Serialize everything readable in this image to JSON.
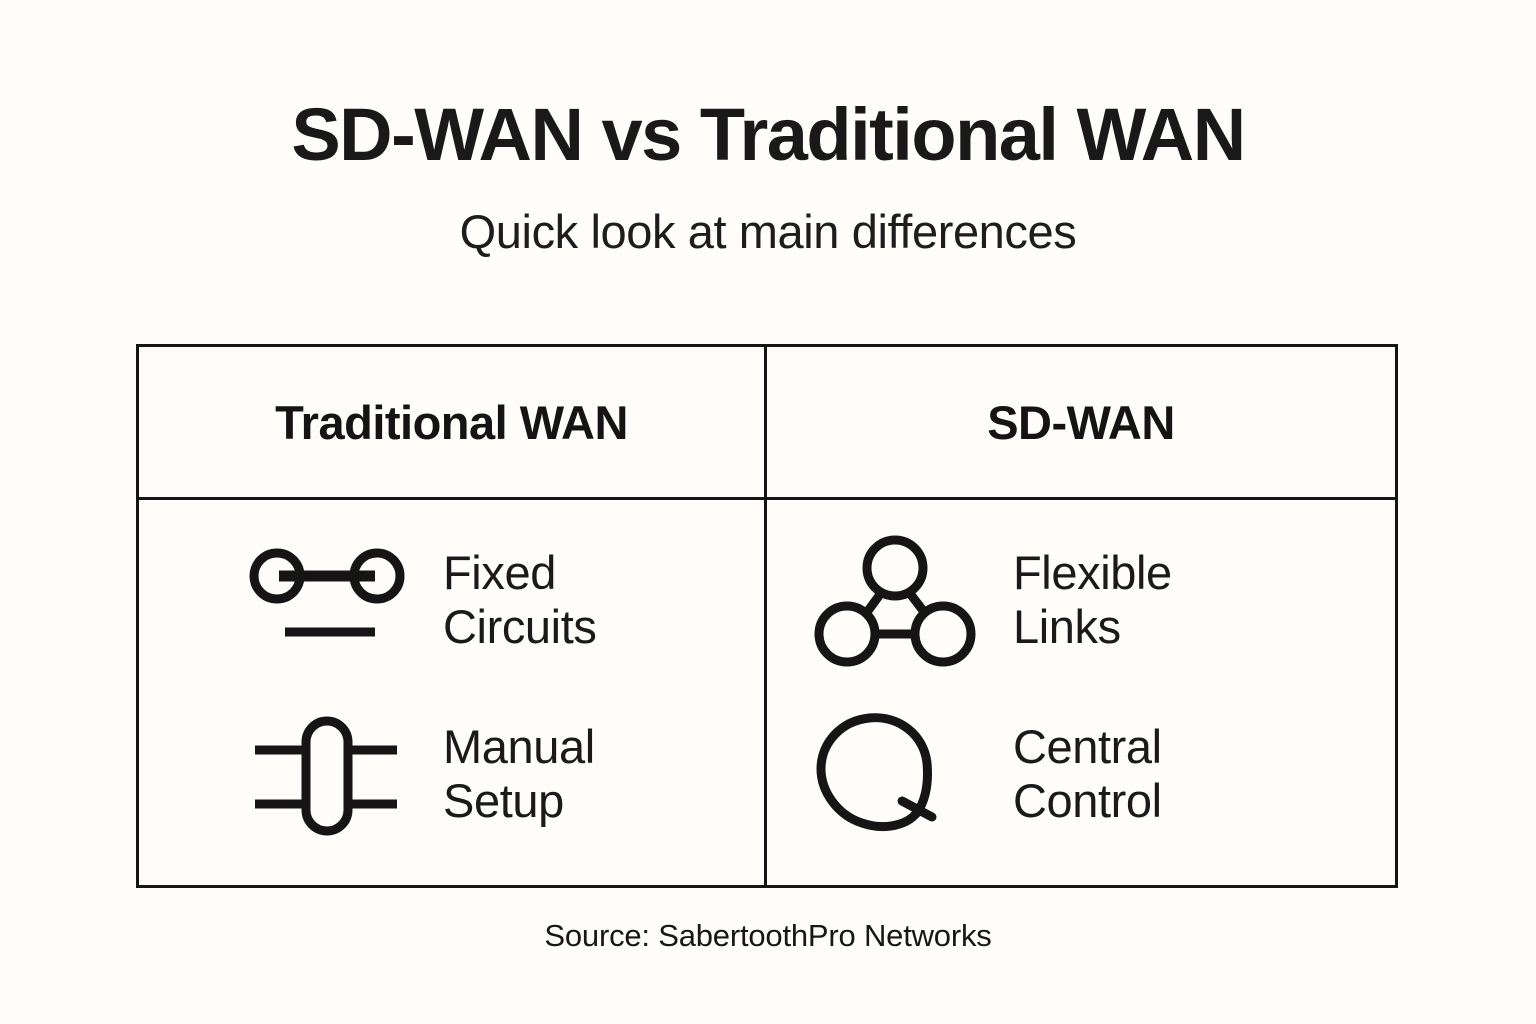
{
  "header": {
    "title": "SD-WAN vs Traditional WAN",
    "subtitle": "Quick look at main differences"
  },
  "comparison_table": {
    "columns": [
      {
        "header": "Traditional WAN",
        "features": [
          {
            "icon": "two-nodes-fixed-link-icon",
            "label": "Fixed\nCircuits"
          },
          {
            "icon": "manual-patch-capsule-icon",
            "label": "Manual\nSetup"
          }
        ]
      },
      {
        "header": "SD-WAN",
        "features": [
          {
            "icon": "three-node-mesh-icon",
            "label": "Flexible\nLinks"
          },
          {
            "icon": "hand-drawn-circle-icon",
            "label": "Central\nControl"
          }
        ]
      }
    ]
  },
  "footer": {
    "source": "Source: SabertoothPro Networks"
  },
  "colors": {
    "background": "#fefdf9",
    "ink": "#151515",
    "border": "#151515"
  }
}
